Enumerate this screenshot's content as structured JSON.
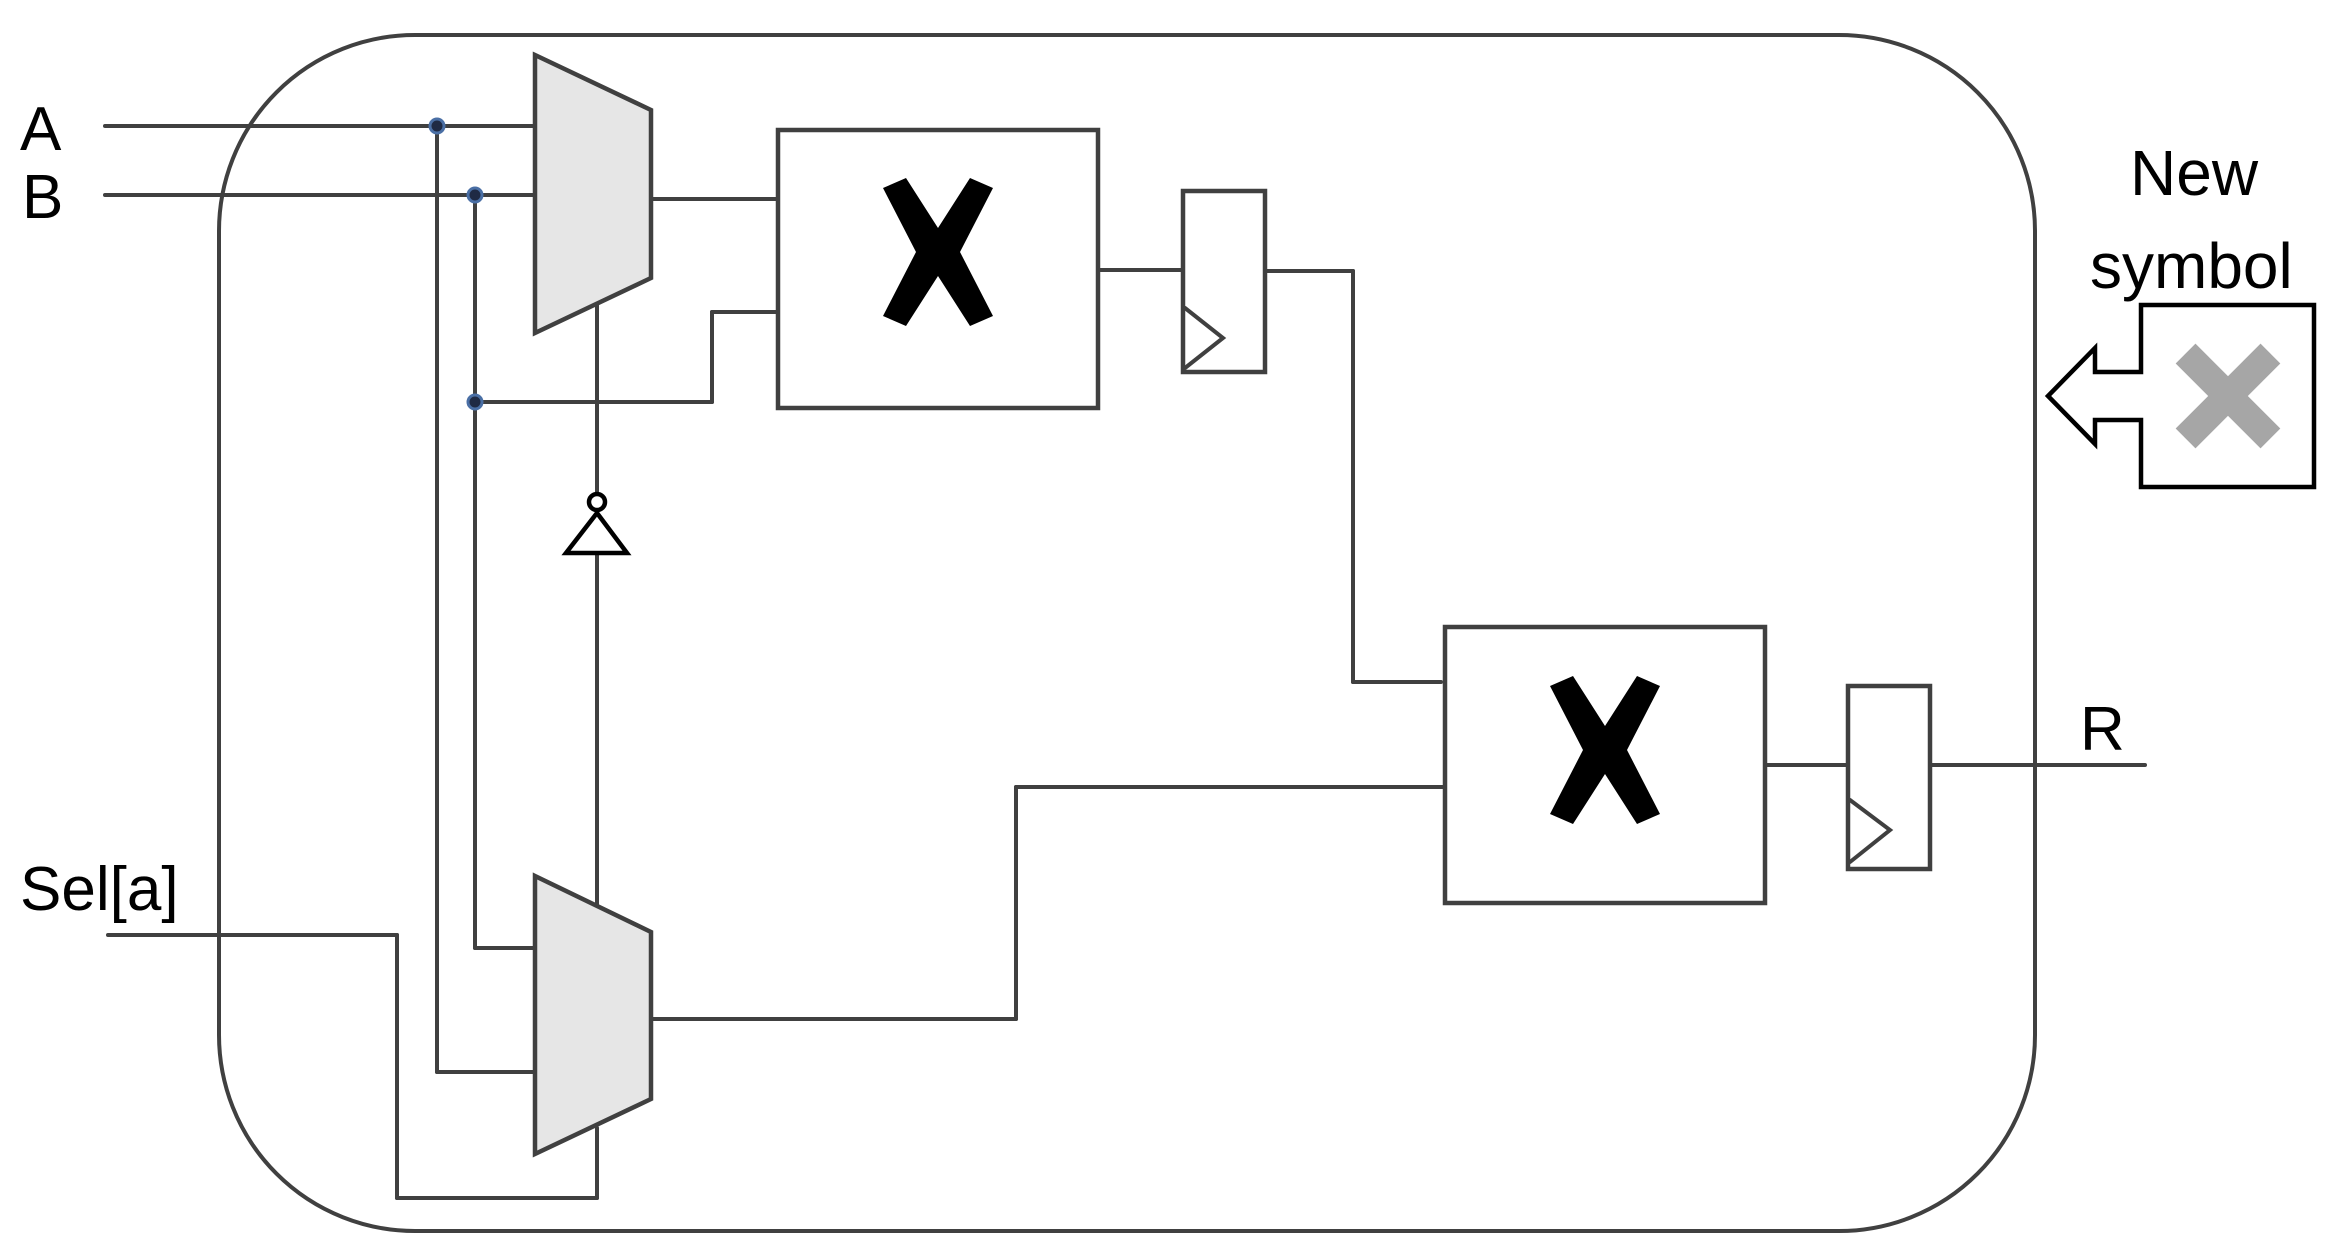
{
  "labels": {
    "input_a": "A",
    "input_b": "B",
    "select": "Sel[a]",
    "output": "R",
    "legend_line1": "New",
    "legend_line2": "symbol"
  },
  "colors": {
    "wire": "#404040",
    "mux_fill": "#e6e6e6",
    "cross_black": "#000000",
    "cross_gray": "#a6a6a6",
    "junction_ring": "#4a6fa5"
  },
  "icons": {
    "unit_symbol": "x-mark-icon",
    "legend_symbol": "x-mark-gray-icon",
    "legend_arrow": "arrow-left-icon",
    "register_clock": "clock-triangle-icon",
    "inverter": "inverter-icon"
  }
}
